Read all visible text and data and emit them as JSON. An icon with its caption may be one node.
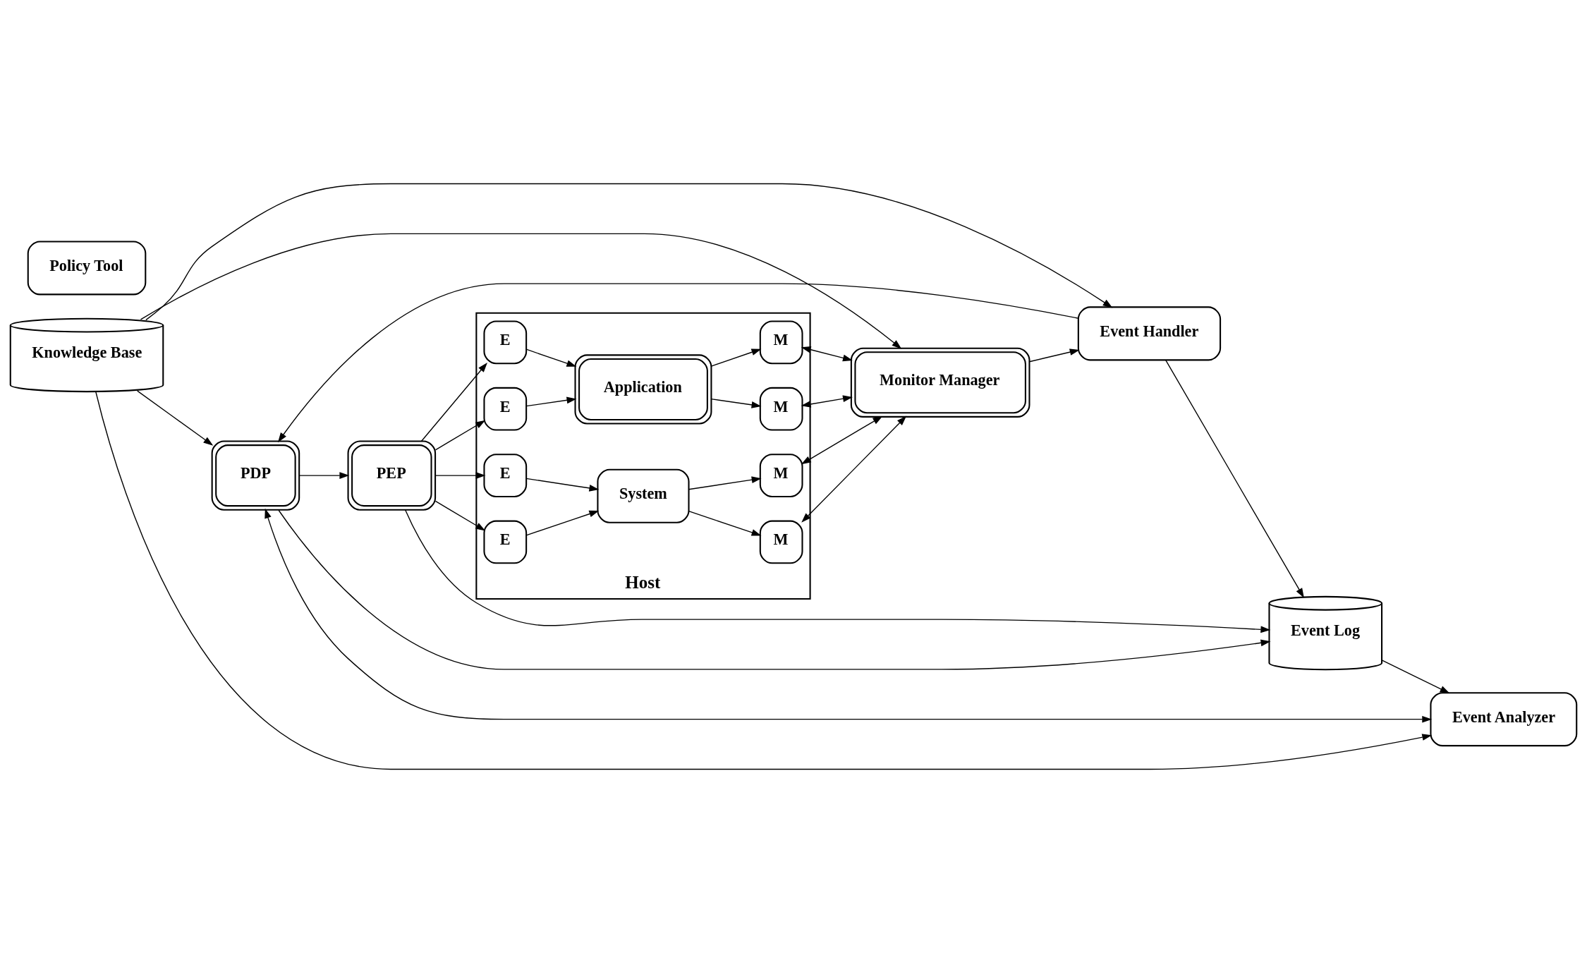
{
  "diagram": {
    "nodes": [
      {
        "text": [
          "PDP"
        ]
      },
      {
        "text": [
          "Event Log"
        ]
      },
      {
        "text": [
          "Event Analyzer"
        ]
      },
      {
        "text": [
          "Event Handler"
        ]
      },
      {
        "text": [
          "Host"
        ]
      },
      {
        "text": [
          "E"
        ],
        "in": 4
      },
      {
        "text": [
          "Application"
        ],
        "in": 4
      },
      {
        "text": [
          "M"
        ],
        "in": 4
      },
      {
        "text": [
          "E"
        ],
        "in": 4
      },
      {
        "text": [
          "M"
        ],
        "in": 4
      },
      {
        "text": [
          "Knowledge Base"
        ]
      },
      {
        "text": [
          "Policy Tool"
        ]
      },
      {
        "text": [
          "PEP"
        ]
      },
      {
        "text": [
          "Monitor Manager"
        ]
      },
      {
        "text": [
          "E"
        ],
        "in": 4
      },
      {
        "text": [
          "System"
        ],
        "in": 4
      },
      {
        "text": [
          "M"
        ],
        "in": 4
      },
      {
        "text": [
          "E"
        ],
        "in": 4
      },
      {
        "text": [
          "M"
        ],
        "in": 4
      }
    ],
    "edges": [
      {
        "from": 10,
        "to": 0,
        "arrow": "to"
      },
      {
        "from": 0,
        "to": 2,
        "arrow": "both"
      },
      {
        "from": 0,
        "to": 12,
        "arrow": "to"
      },
      {
        "from": 0,
        "to": 1,
        "arrow": "to"
      },
      {
        "from": 1,
        "to": 2,
        "arrow": "to"
      },
      {
        "from": 12,
        "to": 1,
        "arrow": "to"
      },
      {
        "from": 3,
        "to": 0,
        "arrow": "to"
      },
      {
        "from": 3,
        "to": 1,
        "arrow": "to"
      },
      {
        "from": 10,
        "to": 2,
        "arrow": "to"
      },
      {
        "from": 10,
        "to": 3,
        "arrow": "to"
      },
      {
        "from": 10,
        "to": 13,
        "arrow": "to"
      },
      {
        "from": 13,
        "to": 3,
        "arrow": "to"
      },
      {
        "from": 12,
        "to": 5,
        "arrow": "to"
      },
      {
        "from": 12,
        "to": 8,
        "arrow": "to"
      },
      {
        "from": 12,
        "to": 14,
        "arrow": "to"
      },
      {
        "from": 12,
        "to": 17,
        "arrow": "to"
      },
      {
        "from": 5,
        "to": 6,
        "arrow": "to"
      },
      {
        "from": 8,
        "to": 6,
        "arrow": "to"
      },
      {
        "from": 14,
        "to": 15,
        "arrow": "to"
      },
      {
        "from": 17,
        "to": 15,
        "arrow": "to"
      },
      {
        "from": 6,
        "to": 7,
        "arrow": "to"
      },
      {
        "from": 6,
        "to": 9,
        "arrow": "to"
      },
      {
        "from": 15,
        "to": 16,
        "arrow": "to"
      },
      {
        "from": 15,
        "to": 18,
        "arrow": "to"
      },
      {
        "from": 7,
        "to": 13,
        "arrow": "both"
      },
      {
        "from": 9,
        "to": 13,
        "arrow": "both"
      },
      {
        "from": 16,
        "to": 13,
        "arrow": "both"
      },
      {
        "from": 18,
        "to": 13,
        "arrow": "both"
      }
    ]
  }
}
